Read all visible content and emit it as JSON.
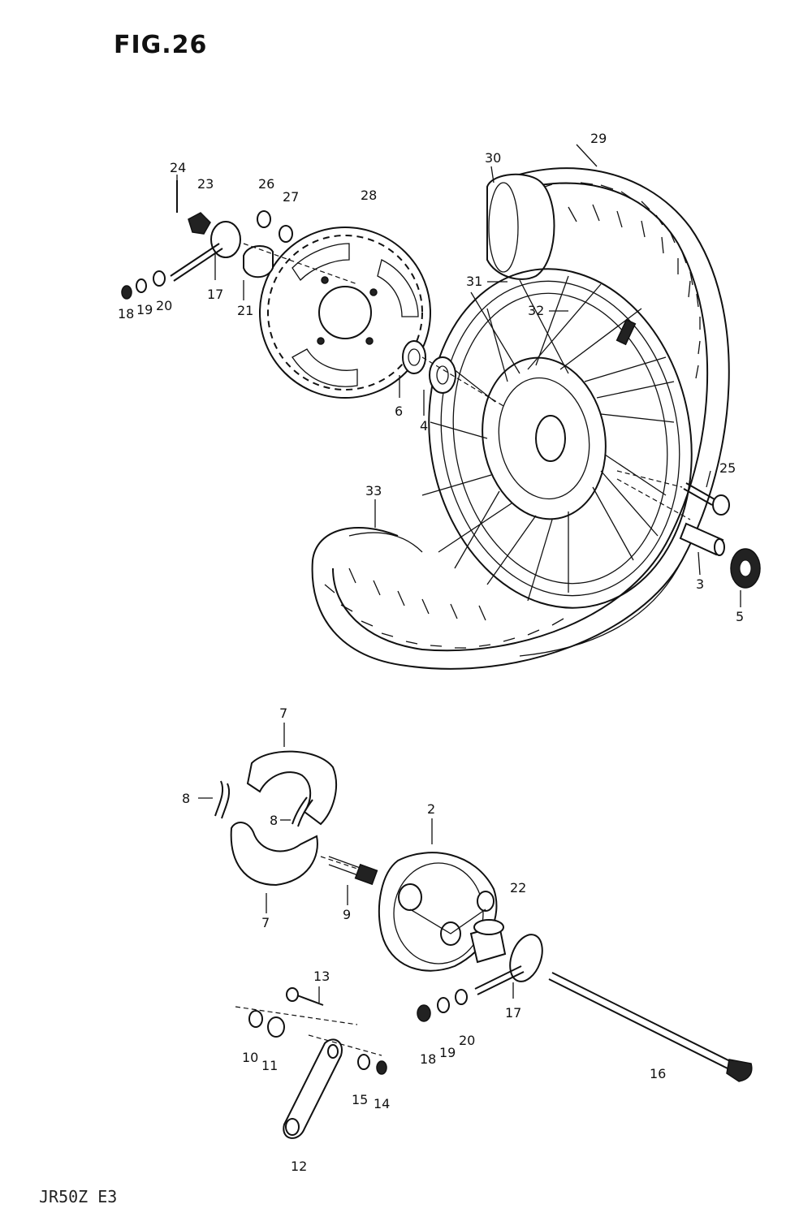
{
  "figure_title": "FIG.26",
  "model_code": "JR50Z E3",
  "callouts": {
    "c1": "2",
    "c2": "3",
    "c3": "4",
    "c4": "5",
    "c5": "6",
    "c6": "7",
    "c7": "7",
    "c8": "8",
    "c9": "8",
    "c10": "9",
    "c11": "10",
    "c12": "11",
    "c13": "12",
    "c14": "13",
    "c15": "14",
    "c16": "15",
    "c17": "16",
    "c18": "17",
    "c19": "17",
    "c20": "18",
    "c21": "18",
    "c22": "19",
    "c23": "19",
    "c24": "20",
    "c25": "20",
    "c26": "21",
    "c27": "22",
    "c28": "23",
    "c29": "24",
    "c30": "25",
    "c31": "26",
    "c32": "27",
    "c33": "28",
    "c34": "29",
    "c35": "30",
    "c36": "31",
    "c37": "32",
    "c38": "33"
  }
}
